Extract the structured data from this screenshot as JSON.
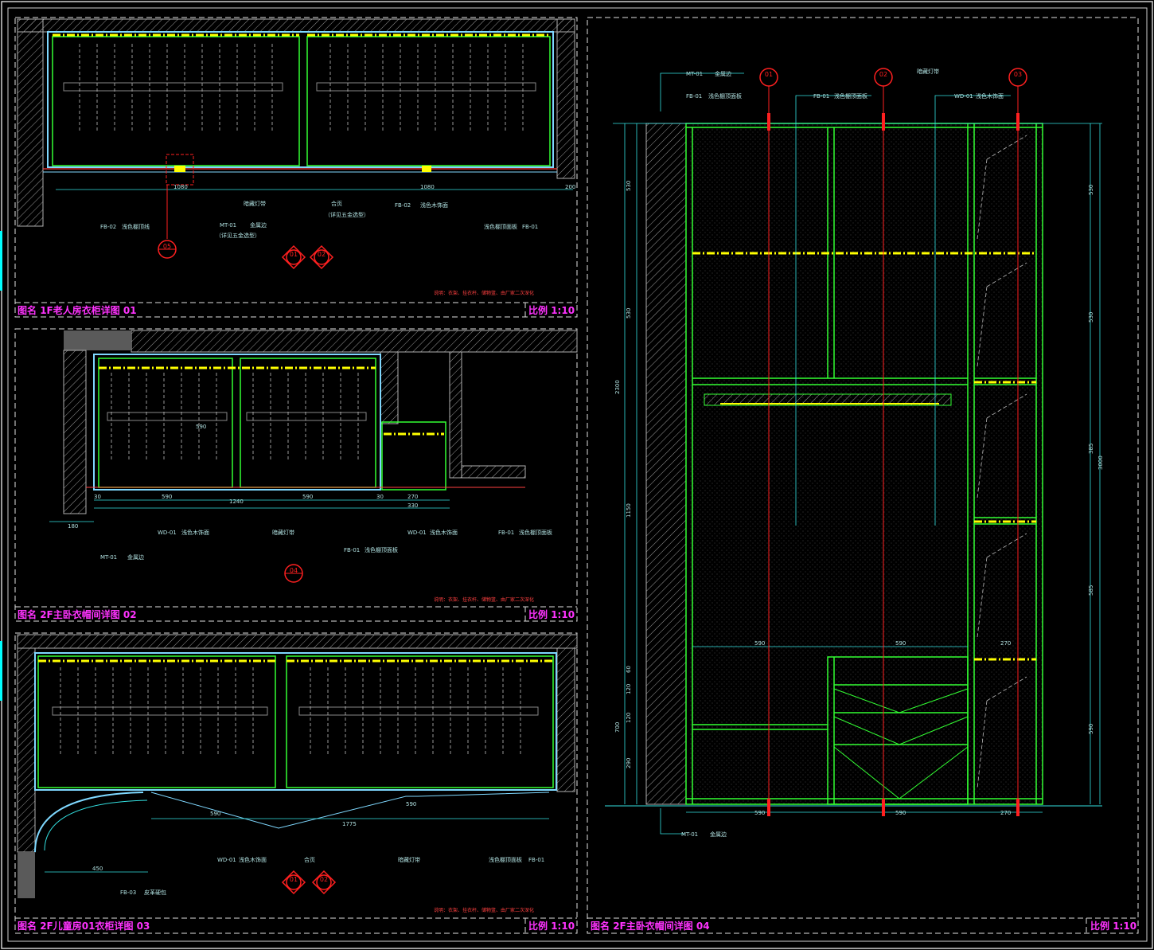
{
  "colors": {
    "background": "#000000",
    "frame": "#ffffff",
    "wall": "#7fd8ff",
    "cabinet": "#33ff33",
    "light_strip": "#ffff00",
    "axis": "#ff2020",
    "title": "#ff33ff",
    "dimension": "#33e0e0",
    "hatch": "#b0b0b0"
  },
  "panels": [
    {
      "id": "01",
      "label_prefix": "图名",
      "title": "1F老人房衣柜详图 01",
      "scale_label": "比例",
      "scale": "1:10"
    },
    {
      "id": "02",
      "label_prefix": "图名",
      "title": "2F主卧衣帽间详图 02",
      "scale_label": "比例",
      "scale": "1:10"
    },
    {
      "id": "03",
      "label_prefix": "图名",
      "title": "2F儿童房01衣柜详图 03",
      "scale_label": "比例",
      "scale": "1:10"
    },
    {
      "id": "04",
      "label_prefix": "图名",
      "title": "2F主卧衣帽间详图 04",
      "scale_label": "比例",
      "scale": "1:10"
    }
  ],
  "panel1": {
    "dims": [
      "1080",
      "1080",
      "200"
    ],
    "tags": [
      {
        "code": "FB-02",
        "text": "浅色棚顶线"
      },
      {
        "code": "MT-01",
        "text": "金属边"
      },
      {
        "code": "FB-02",
        "text": "浅色木饰面"
      },
      {
        "code": "FB-01",
        "text": "浅色棚顶面板"
      }
    ],
    "notes": [
      "暗藏灯带",
      "合页",
      "（详见五金选型）",
      "（详见五金选型）"
    ],
    "markers": [
      "05",
      "01",
      "02"
    ],
    "remark": "说明：衣架、挂衣杆、储物篮、由厂家二次深化"
  },
  "panel2": {
    "dims": [
      "590",
      "590",
      "270",
      "1240",
      "330",
      "180",
      "30",
      "30"
    ],
    "tags": [
      {
        "code": "WD-01",
        "text": "浅色木饰面"
      },
      {
        "code": "WD-01",
        "text": "浅色木饰面"
      },
      {
        "code": "FB-01",
        "text": "浅色棚顶面板"
      },
      {
        "code": "FB-01",
        "text": "浅色棚顶面板"
      },
      {
        "code": "MT-01",
        "text": "金属边"
      }
    ],
    "notes": [
      "暗藏灯带",
      "590"
    ],
    "markers": [
      "04"
    ],
    "remark": "说明：衣架、挂衣杆、储物篮、由厂家二次深化"
  },
  "panel3": {
    "dims": [
      "1775",
      "590",
      "590",
      "450"
    ],
    "tags": [
      {
        "code": "WD-01",
        "text": "浅色木饰面"
      },
      {
        "code": "FB-01",
        "text": "浅色棚顶面板"
      },
      {
        "code": "FB-03",
        "text": "皮革硬包"
      }
    ],
    "notes": [
      "合页",
      "暗藏灯带"
    ],
    "markers": [
      "01",
      "02"
    ],
    "remark": "说明：衣架、挂衣杆、储物篮、由厂家二次深化"
  },
  "panel4": {
    "axes": [
      "01",
      "02",
      "03"
    ],
    "tags": [
      {
        "code": "MT-01",
        "text": "金属边"
      },
      {
        "code": "FB-01",
        "text": "浅色棚顶面板"
      },
      {
        "code": "FB-01",
        "text": "浅色棚顶面板"
      },
      {
        "code": "WD-01",
        "text": "浅色木饰面"
      },
      {
        "code": "MT-01",
        "text": "金属边"
      }
    ],
    "notes": [
      "暗藏灯带"
    ],
    "left_dims": [
      "530",
      "530",
      "1150",
      "2300",
      "700",
      "290",
      "120",
      "120",
      "60"
    ],
    "right_dims": [
      "530",
      "530",
      "385",
      "585",
      "590",
      "3000"
    ],
    "bottom_dims": [
      "590",
      "590",
      "270"
    ],
    "mid_dims": [
      "590",
      "590",
      "270"
    ]
  }
}
